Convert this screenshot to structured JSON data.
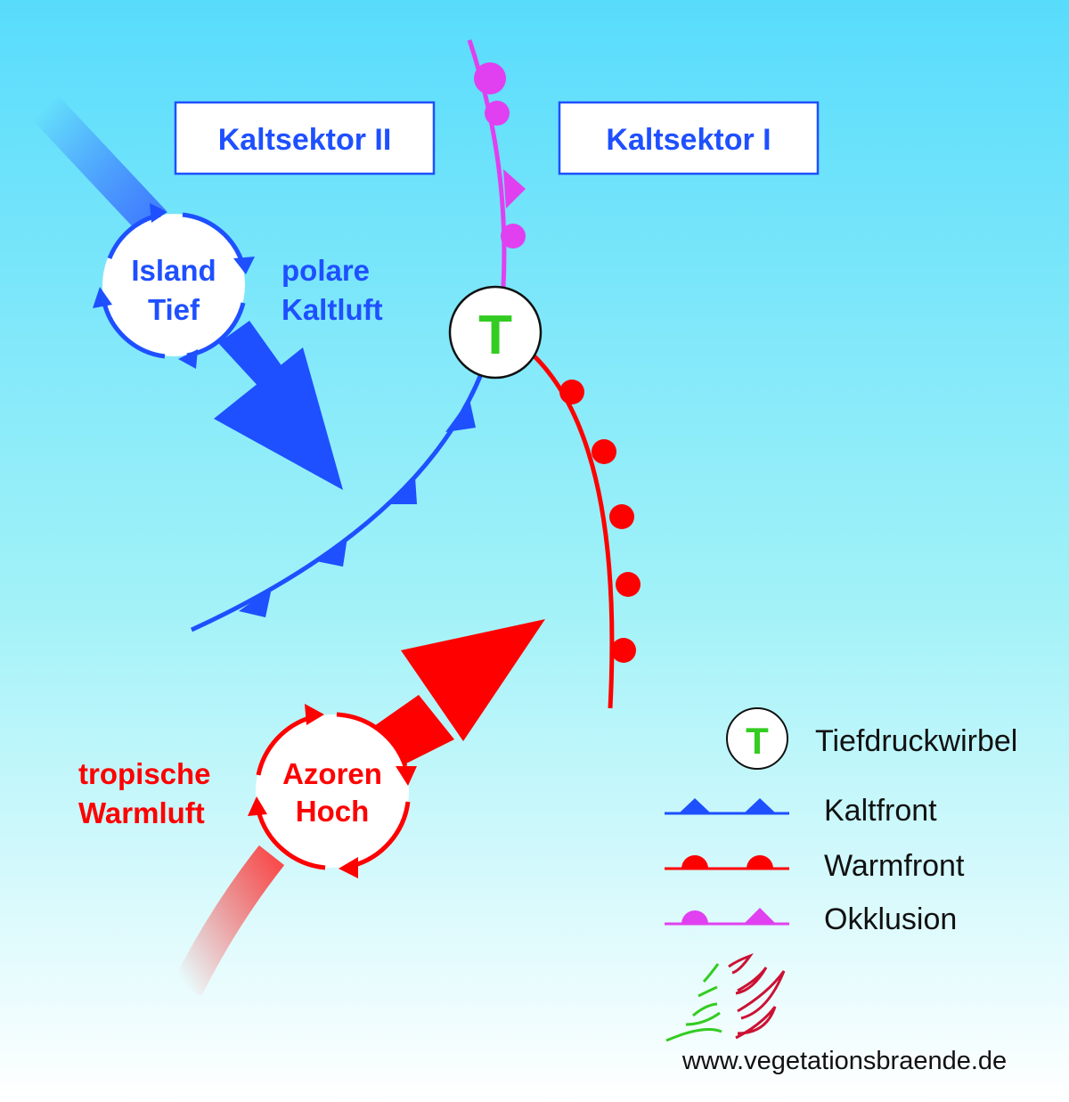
{
  "colors": {
    "cold": "#1e50ff",
    "warm": "#ff0000",
    "occlusion": "#e040f0",
    "low_letter": "#33cc22",
    "bg_top": "#58dcfc",
    "bg_bottom": "#ffffff"
  },
  "sectors": {
    "left": "Kaltsektor II",
    "right": "Kaltsektor I"
  },
  "island_low": {
    "line1": "Island",
    "line2": "Tief"
  },
  "polar_air": {
    "line1": "polare",
    "line2": "Kaltluft"
  },
  "azores_high": {
    "line1": "Azoren",
    "line2": "Hoch"
  },
  "tropical_air": {
    "line1": "tropische",
    "line2": "Warmluft"
  },
  "low_symbol": "T",
  "legend": {
    "low_symbol": "T",
    "low_label": "Tiefdruckwirbel",
    "cold_front": "Kaltfront",
    "warm_front": "Warmfront",
    "occlusion": "Okklusion"
  },
  "logo": {
    "url_text": "www.vegetationsbraende.de"
  }
}
